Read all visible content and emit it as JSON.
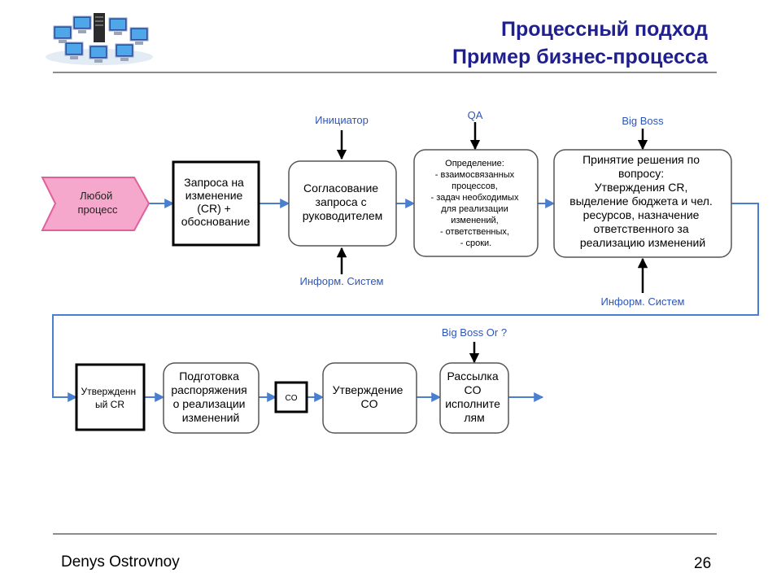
{
  "header": {
    "title_line1": "Процессный подход",
    "title_line2": "Пример бизнес-процесса"
  },
  "footer": {
    "author": "Denys Ostrovnoy",
    "page_number": "26"
  },
  "colors": {
    "title": "#1f1f8f",
    "connector": "#4a7fd0",
    "annotation": "#2e56b8",
    "start_fill": "#f5a8cc",
    "start_stroke": "#e0609a"
  },
  "diagram": {
    "start": [
      "Любой",
      "процесс"
    ],
    "request": [
      "Запроса на",
      "изменение",
      "(CR) +",
      "обоснование"
    ],
    "approval": [
      "Согласование",
      "запроса с",
      "руководителем"
    ],
    "definition": [
      "Определение:",
      "- взаимосвязанных",
      "процессов,",
      "- задач необходимых",
      "для реализации",
      "изменений,",
      "- ответственных,",
      "- сроки."
    ],
    "decision": [
      "Принятие решения по",
      "вопросу:",
      "Утверждения CR,",
      "выделение бюджета и чел.",
      "ресурсов, назначение",
      "ответственного за",
      "реализацию изменений"
    ],
    "approved_cr": [
      "Утвержденн",
      "ый CR"
    ],
    "preparation": [
      "Подготовка",
      "распоряжения",
      "о реализации",
      "изменений"
    ],
    "co_doc": [
      "CO"
    ],
    "co_approval": [
      "Утверждение",
      "CO"
    ],
    "mailing": [
      "Рассылка",
      "CO",
      "исполните",
      "лям"
    ],
    "annotations": {
      "initiator": "Инициатор",
      "qa": "QA",
      "big_boss": "Big Boss",
      "inform_sys_1": "Информ. Систем",
      "inform_sys_2": "Информ. Систем",
      "big_boss_or": "Big Boss Or ?"
    }
  }
}
